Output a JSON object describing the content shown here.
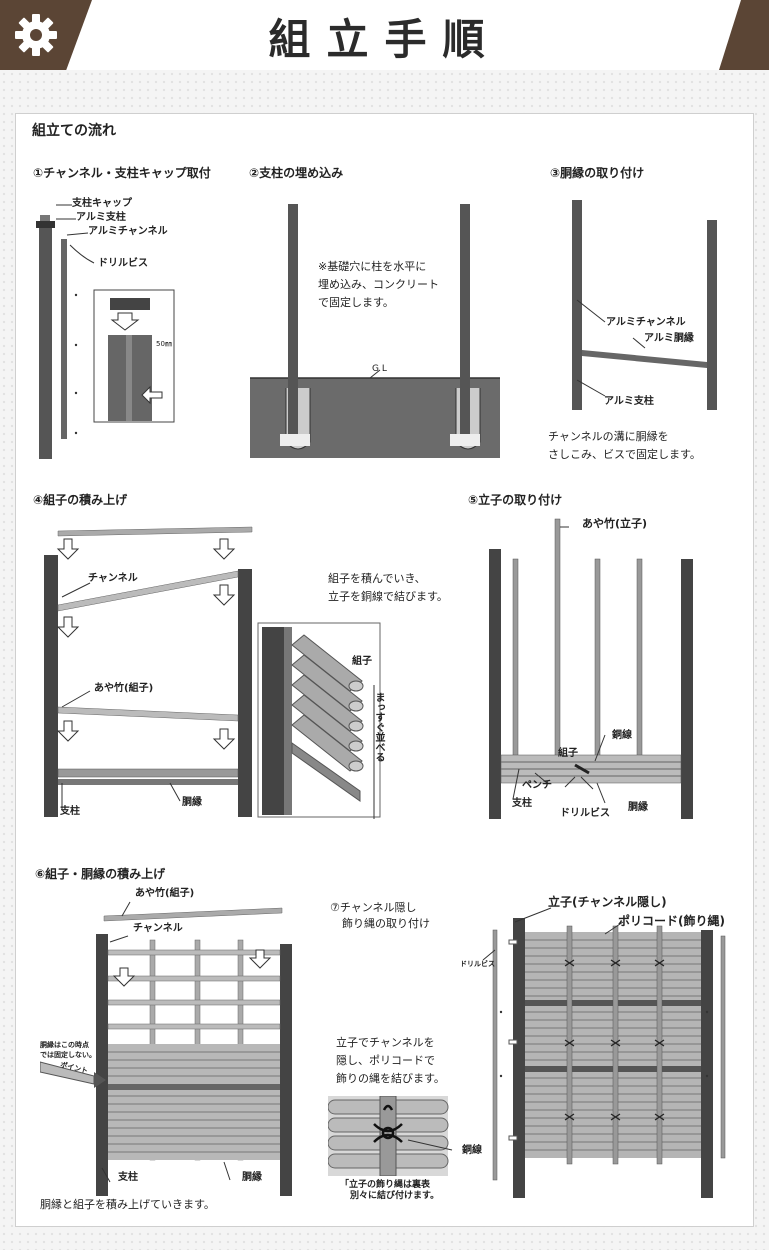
{
  "header": {
    "title": "組立手順",
    "icon": "gear-icon",
    "brand_color": "#5b4535"
  },
  "flow": {
    "heading": "組立ての流れ"
  },
  "steps": {
    "s1": {
      "title": "①チャンネル・支柱キャップ取付",
      "labels": {
        "cap": "支柱キャップ",
        "post": "アルミ支柱",
        "channel": "アルミチャンネル",
        "screw": "ドリルビス",
        "dim": "50㎜"
      }
    },
    "s2": {
      "title": "②支柱の埋め込み",
      "note": [
        "※基礎穴に柱を水平に",
        "埋め込み、コンクリート",
        "で固定します。"
      ],
      "gl": "G L"
    },
    "s3": {
      "title": "③胴縁の取り付け",
      "labels": {
        "channel": "アルミチャンネル",
        "rail": "アルミ胴縁",
        "post": "アルミ支柱"
      },
      "note": [
        "チャンネルの溝に胴縁を",
        "さしこみ、ビスで固定します。"
      ]
    },
    "s4": {
      "title": "④組子の積み上げ",
      "labels": {
        "channel": "チャンネル",
        "bamboo": "あや竹(組子)",
        "post": "支柱",
        "rail": "胴縁",
        "kumiko": "組子",
        "straight": "まっすぐ並べる"
      },
      "note": [
        "組子を積んでいき、",
        "立子を銅線で結びます。"
      ]
    },
    "s5": {
      "title": "⑤立子の取り付け",
      "labels": {
        "tateko": "あや竹(立子)",
        "wire": "銅線",
        "kumiko": "組子",
        "pliers": "ペンチ",
        "post": "支柱",
        "screw": "ドリルビス",
        "rail": "胴縁"
      }
    },
    "s6": {
      "title": "⑥組子・胴縁の積み上げ",
      "labels": {
        "bamboo": "あや竹(組子)",
        "channel": "チャンネル",
        "post": "支柱",
        "rail": "胴縁",
        "point": "ポイント",
        "caution": [
          "胴縁はこの時点",
          "では固定しない。"
        ]
      },
      "note": "胴縁と組子を積み上げていきます。"
    },
    "s7": {
      "title": [
        "⑦チャンネル隠し",
        "飾り縄の取り付け"
      ],
      "note": [
        "立子でチャンネルを",
        "隠し、ポリコードで",
        "飾りの縄を結びます。"
      ],
      "labels": {
        "wire": "銅線",
        "tateko": "立子(チャンネル隠し)",
        "cord": "ポリコード(飾り縄)",
        "screw": "ドリルビス"
      },
      "caption": [
        "「立子の飾り縄は裏表",
        "別々に結び付けます。"
      ]
    }
  }
}
